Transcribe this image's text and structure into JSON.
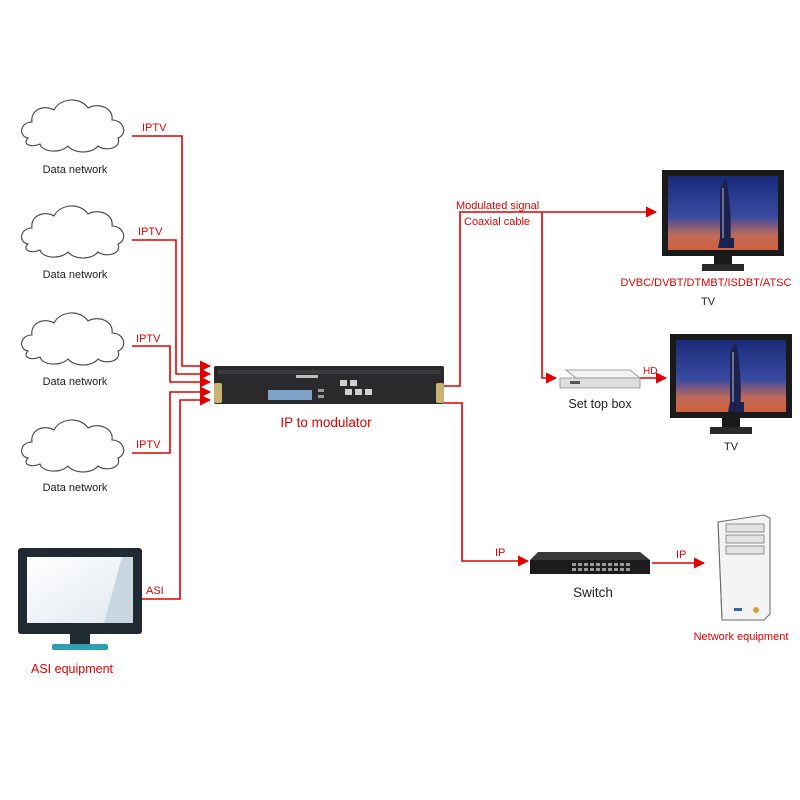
{
  "clouds": [
    {
      "label": "Data network",
      "link_label": "IPTV"
    },
    {
      "label": "Data network",
      "link_label": "IPTV"
    },
    {
      "label": "Data network",
      "link_label": "IPTV"
    },
    {
      "label": "Data network",
      "link_label": "IPTV"
    }
  ],
  "asi": {
    "label": "ASI equipment",
    "link_label": "ASI"
  },
  "modulator": {
    "label": "IP to modulator"
  },
  "coax": {
    "line1": "Modulated signal",
    "line2": "Coaxial cable"
  },
  "tv_top": {
    "standards": "DVBC/DVBT/DTMBT/ISDBT/ATSC",
    "label": "TV"
  },
  "stb": {
    "label": "Set top box",
    "link_label": "HD"
  },
  "tv_mid": {
    "label": "TV"
  },
  "switch": {
    "label": "Switch",
    "in_label": "IP",
    "out_label": "IP"
  },
  "network_equipment": {
    "label": "Network equipment"
  },
  "colors": {
    "wire": "#e00000",
    "screen_sky": "#3a4aa0",
    "screen_sunset": "#d0603a"
  }
}
